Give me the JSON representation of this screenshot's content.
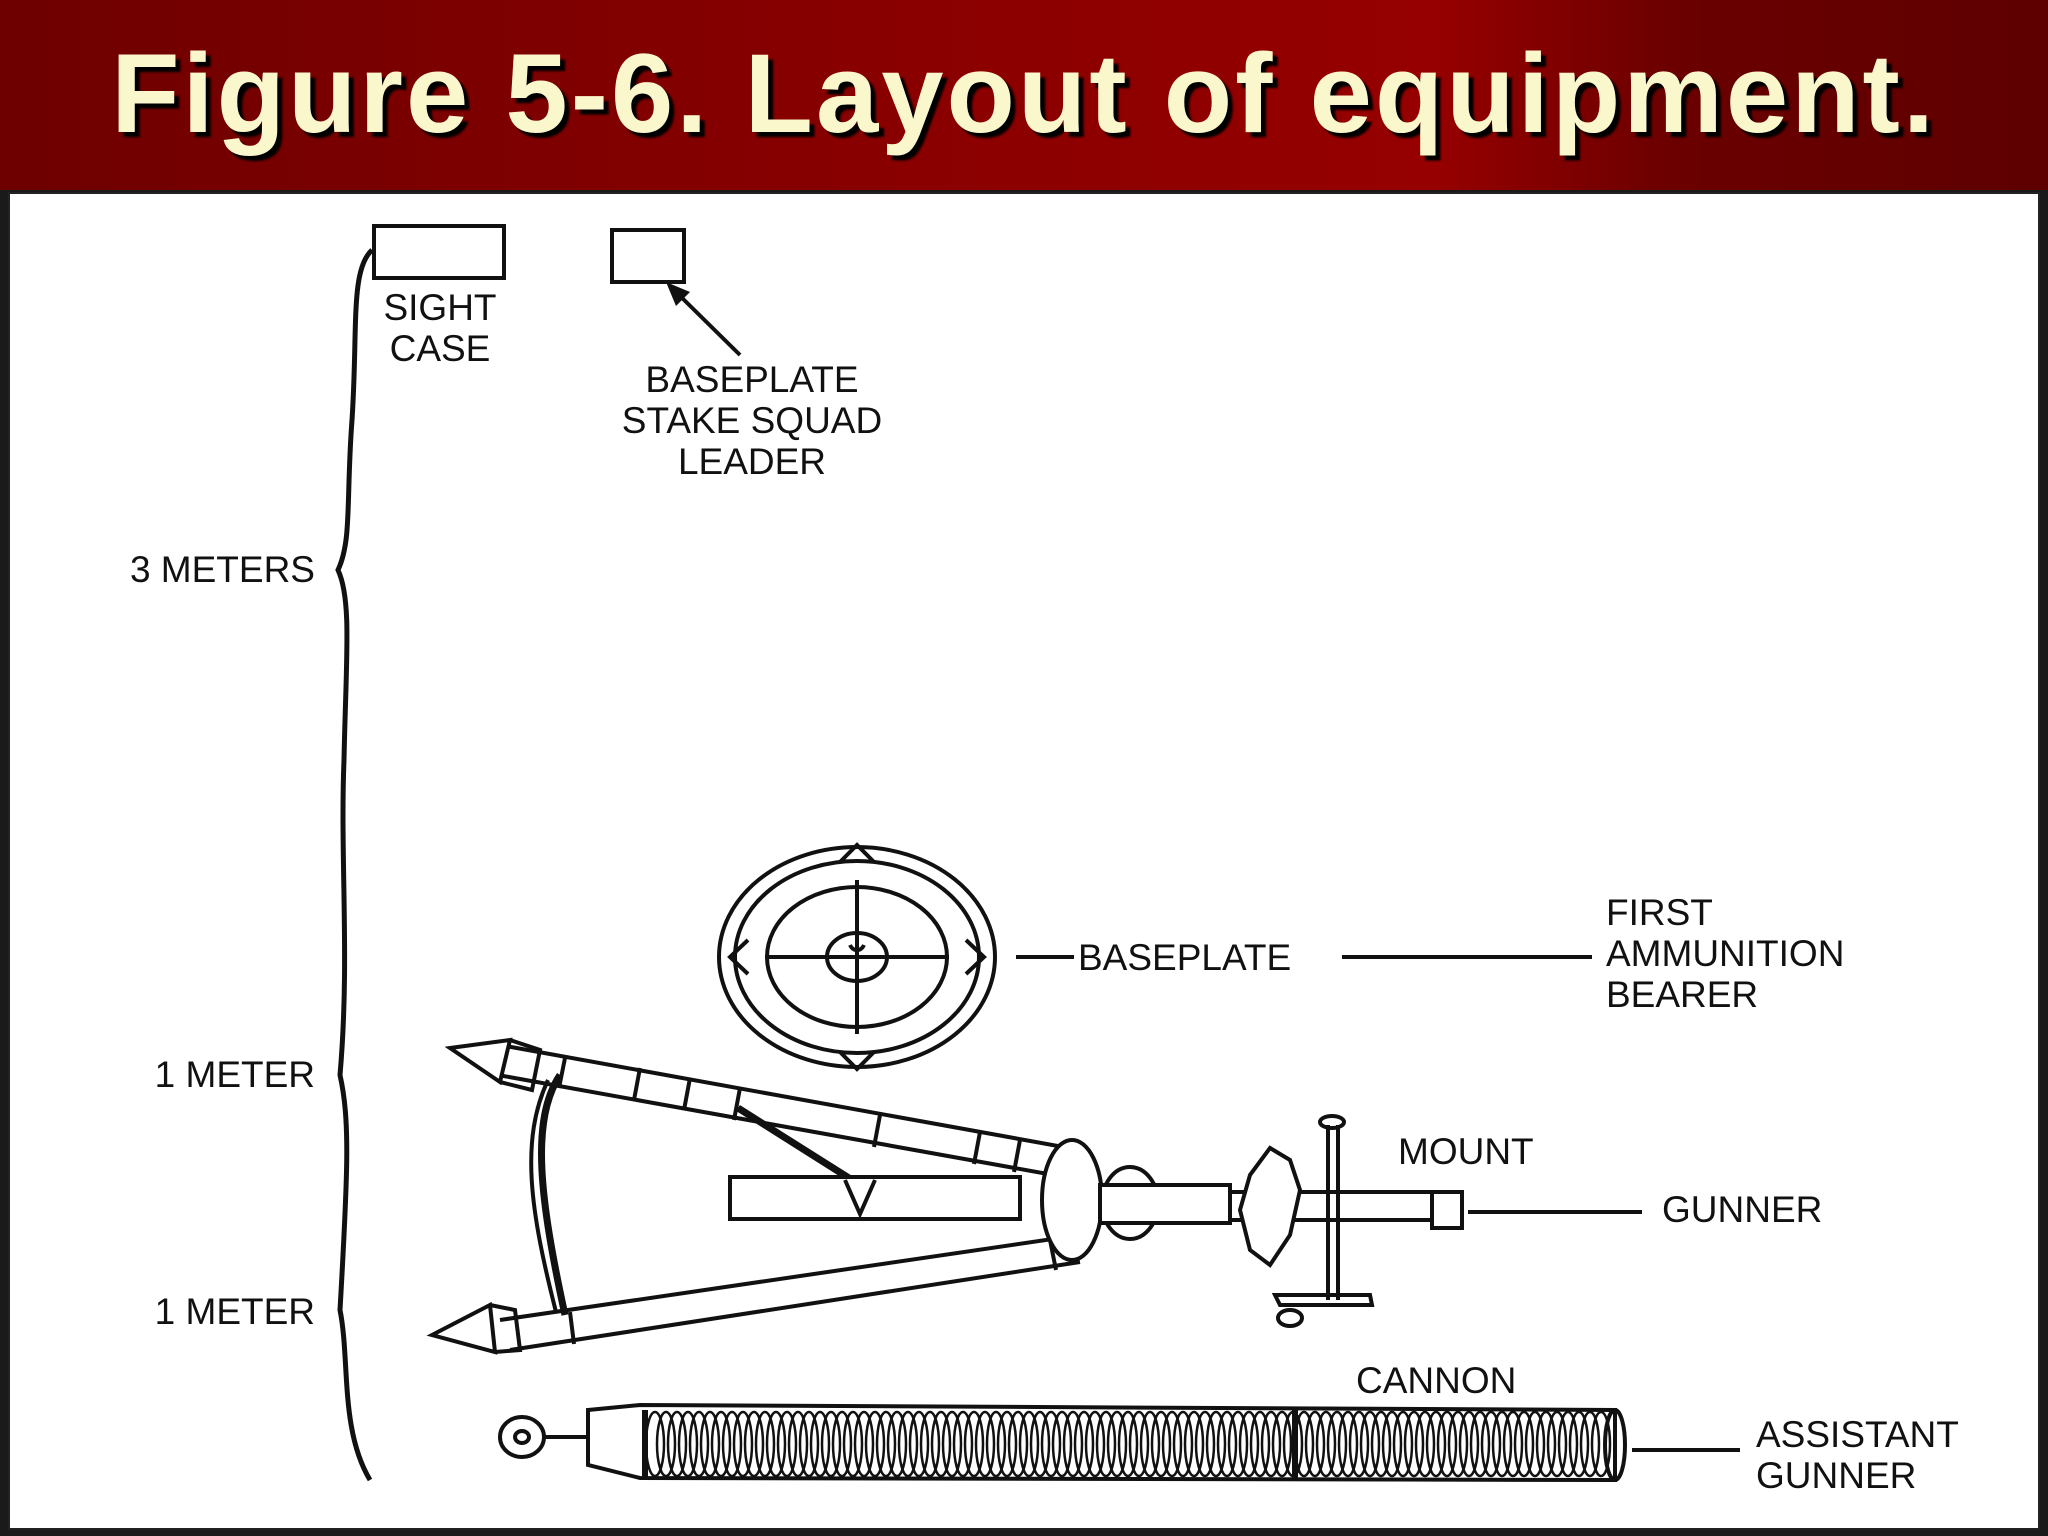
{
  "title": "Figure 5-6. Layout of equipment.",
  "labels": {
    "sight_case": [
      "SIGHT",
      "CASE"
    ],
    "baseplate_stake": [
      "BASEPLATE",
      "STAKE SQUAD",
      "LEADER"
    ],
    "three_meters": "3 METERS",
    "one_meter_top": "1 METER",
    "one_meter_bottom": "1 METER",
    "baseplate": "BASEPLATE",
    "first_ammo_bearer": [
      "FIRST",
      "AMMUNITION",
      "BEARER"
    ],
    "mount": "MOUNT",
    "gunner": "GUNNER",
    "cannon": "CANNON",
    "assistant_gunner": [
      "ASSISTANT",
      "GUNNER"
    ]
  },
  "colors": {
    "title_bar": "#8a0000",
    "title_text": "#fbf7cc",
    "drawing": "#111111",
    "panel": "#ffffff"
  }
}
